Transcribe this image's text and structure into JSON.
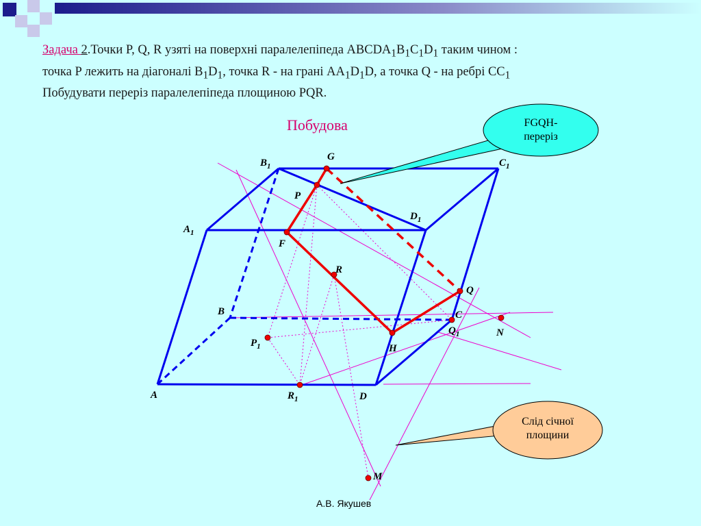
{
  "task": {
    "label": "Задача ",
    "number": "2",
    "line1_a": ".Точки P, Q, R узяті на поверхні паралелепіпеда ABCDA",
    "line1_b": "1",
    "line1_c": "B",
    "line1_d": "1",
    "line1_e": "C",
    "line1_f": "1",
    "line1_g": "D",
    "line1_h": "1",
    "line1_i": " таким чином :",
    "line2_a": "точка P лежить на діагоналі B",
    "line2_b": "1",
    "line2_c": "D",
    "line2_d": "1",
    "line2_e": ", точка R - на грані AA",
    "line2_f": "1",
    "line2_g": "D",
    "line2_h": "1",
    "line2_i": "D, а точка Q - на ребрі CC",
    "line2_j": "1",
    "line3": "Побудувати переріз паралелепіпеда площиною PQR."
  },
  "subtitle": "Побудова",
  "callouts": {
    "top": "FGQH-\nпереріз",
    "bottom": "Слід січної\nплощини"
  },
  "author": "А.В. Якушев",
  "points": {
    "B1": {
      "main": "B",
      "sub": "1"
    },
    "G": {
      "main": "G",
      "sub": ""
    },
    "C1": {
      "main": "C",
      "sub": "1"
    },
    "P": {
      "main": "P",
      "sub": ""
    },
    "D1": {
      "main": "D",
      "sub": "1"
    },
    "A1": {
      "main": "A",
      "sub": "1"
    },
    "F": {
      "main": "F",
      "sub": ""
    },
    "R": {
      "main": "R",
      "sub": ""
    },
    "Q": {
      "main": "Q",
      "sub": ""
    },
    "B": {
      "main": "B",
      "sub": ""
    },
    "C": {
      "main": "C",
      "sub": ""
    },
    "Q1": {
      "main": "Q",
      "sub": "1"
    },
    "N": {
      "main": "N",
      "sub": ""
    },
    "P1": {
      "main": "P",
      "sub": "1"
    },
    "H": {
      "main": "H",
      "sub": ""
    },
    "A": {
      "main": "A",
      "sub": ""
    },
    "R1": {
      "main": "R",
      "sub": "1"
    },
    "D": {
      "main": "D",
      "sub": ""
    },
    "M": {
      "main": "M",
      "sub": ""
    }
  },
  "colors": {
    "background": "#ccffff",
    "edges": "#0000ee",
    "section": "#ee0000",
    "aux": "#ee00cc",
    "title": "#d6006c",
    "callout_top_fill": "#33ffee",
    "callout_bottom_fill": "#ffcc99"
  }
}
